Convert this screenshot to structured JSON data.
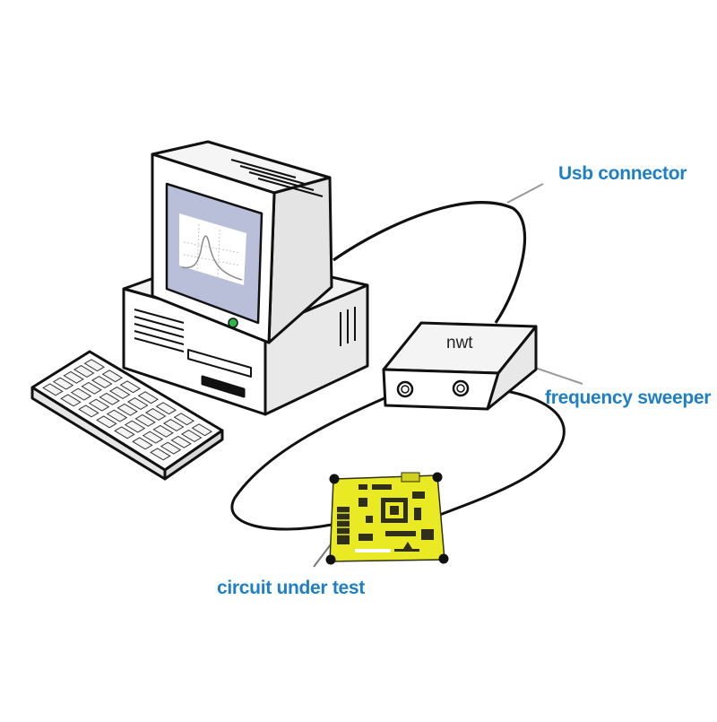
{
  "labels": {
    "usb_connector": "Usb connector",
    "frequency_sweeper": "frequency sweeper",
    "circuit_under_test": "circuit under test"
  },
  "device": {
    "name": "nwt"
  },
  "colors": {
    "label_text": "#1f7fc4",
    "outline": "#111111",
    "fill": "#ffffff",
    "shade": "#e6e6e6",
    "pcb_yellow": "#e9ea23",
    "pcb_dark": "#2f2f1a",
    "power_led": "#2bb84a"
  }
}
